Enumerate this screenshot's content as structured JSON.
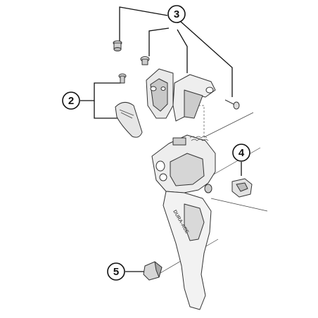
{
  "callouts": [
    {
      "id": "3",
      "label": "3"
    },
    {
      "id": "2",
      "label": "2"
    },
    {
      "id": "4",
      "label": "4"
    },
    {
      "id": "5",
      "label": "5"
    }
  ],
  "brand_text": "DURA-ACE",
  "colors": {
    "line": "#111111",
    "part_light": "#efefef",
    "part_mid": "#cfcfcf",
    "part_dark": "#9a9a9a"
  }
}
